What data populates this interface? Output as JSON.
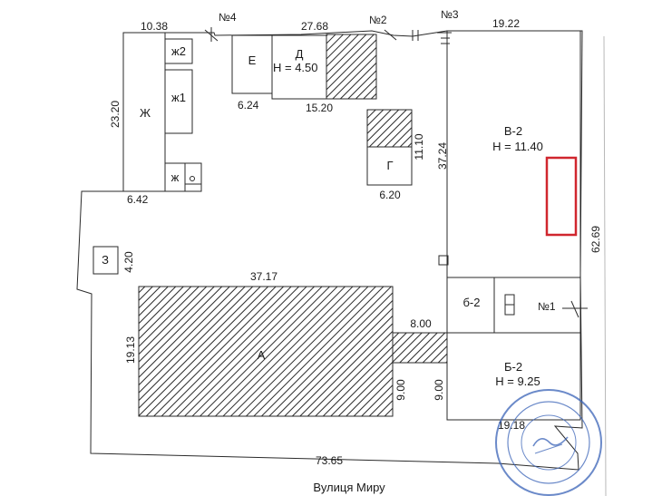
{
  "street_label": "Вулиця Миру",
  "dimensions": {
    "top_left": "10.38",
    "top_mid": "27.68",
    "top_right": "19.22",
    "e_bottom": "6.24",
    "d_bottom": "15.20",
    "zh_side": "23.20",
    "step_zh": "6.42",
    "z_side": "4.20",
    "a_top": "37.17",
    "a_left": "19.13",
    "passage_top": "8.00",
    "a_right": "9.00",
    "b2_left": "9.00",
    "b2_bottom": "19.18",
    "bottom_total": "73.65",
    "g_side": "11.10",
    "g_bottom": "6.20",
    "v2_side": "37.24",
    "right_total": "62.69"
  },
  "gates": {
    "gate4": "№4",
    "gate2": "№2",
    "gate3": "№3",
    "gate1": "№1"
  },
  "buildings": {
    "zh2": "ж2",
    "zh1": "ж1",
    "zh": "Ж",
    "zh_small": "ж",
    "e": "Е",
    "d_name": "Д",
    "d_height": "Н = 4.50",
    "g": "Г",
    "v2_name": "В-2",
    "v2_height": "Н = 11.40",
    "z": "З",
    "a": "А",
    "b2_small": "б-2",
    "b2_name": "Б-2",
    "b2_height": "Н = 9.25"
  },
  "colors": {
    "line": "#2a2a2a",
    "highlight": "#d0262e",
    "stamp": "#3a63b8"
  }
}
